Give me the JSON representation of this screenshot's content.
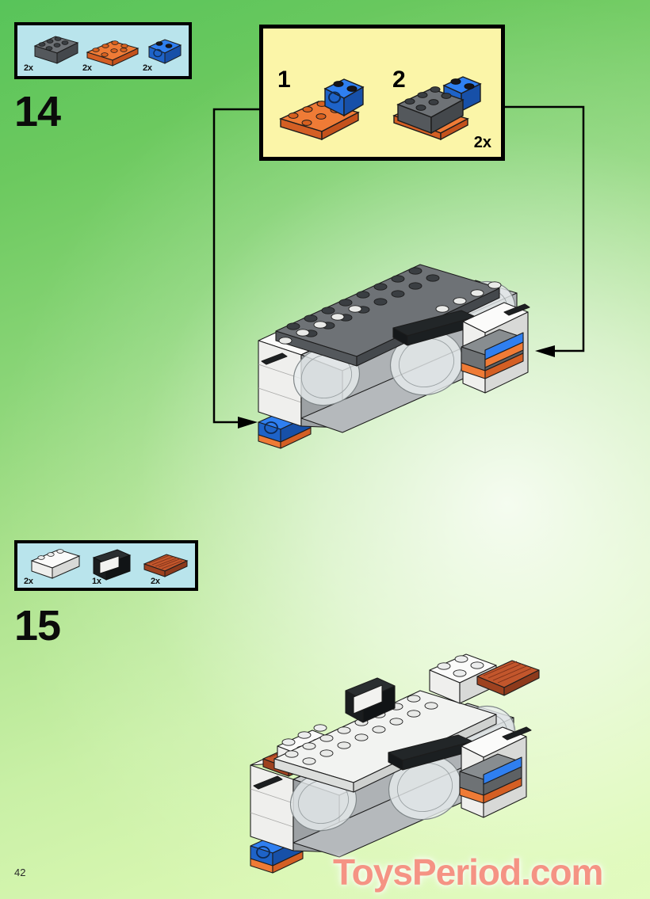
{
  "page": {
    "number": "42",
    "watermark": "ToysPeriod.com",
    "background_top_color": "#58c45a",
    "background_bottom_color": "#dffbb8",
    "parts_box_fill": "#b9e4ec",
    "callout_fill": "#fbf5a8",
    "watermark_color": "#f59384"
  },
  "steps": [
    {
      "number": "14",
      "parts": [
        {
          "name": "brick-2x4-dark-gray",
          "qty": "2x",
          "color": "#5d6064"
        },
        {
          "name": "plate-2x4-orange",
          "qty": "2x",
          "color": "#e2703a"
        },
        {
          "name": "brick-1x2-blue-technic",
          "qty": "2x",
          "color": "#1565d8"
        }
      ],
      "callout": {
        "qty": "2x",
        "substeps": [
          {
            "label": "1",
            "pieces": [
              "plate-2x4-orange",
              "brick-1x2-blue-technic"
            ]
          },
          {
            "label": "2",
            "pieces": [
              "plate-2x4-orange",
              "brick-1x2-blue-technic",
              "brick-2x4-dark-gray"
            ]
          }
        ]
      }
    },
    {
      "number": "15",
      "parts": [
        {
          "name": "brick-1x3-white",
          "qty": "2x",
          "color": "#f2f2f0"
        },
        {
          "name": "window-frame-black",
          "qty": "1x",
          "color": "#1c1c1c"
        },
        {
          "name": "grille-plate-1x4-red-brown",
          "qty": "2x",
          "color": "#c2562c"
        }
      ]
    }
  ],
  "colors": {
    "dark_gray": "#5d6064",
    "light_gray": "#b7bcc0",
    "white": "#f4f4f2",
    "orange": "#ef7b36",
    "blue": "#1565d8",
    "black": "#161616",
    "red_brown": "#c2562c",
    "trans_clear": "#e9eef0"
  }
}
